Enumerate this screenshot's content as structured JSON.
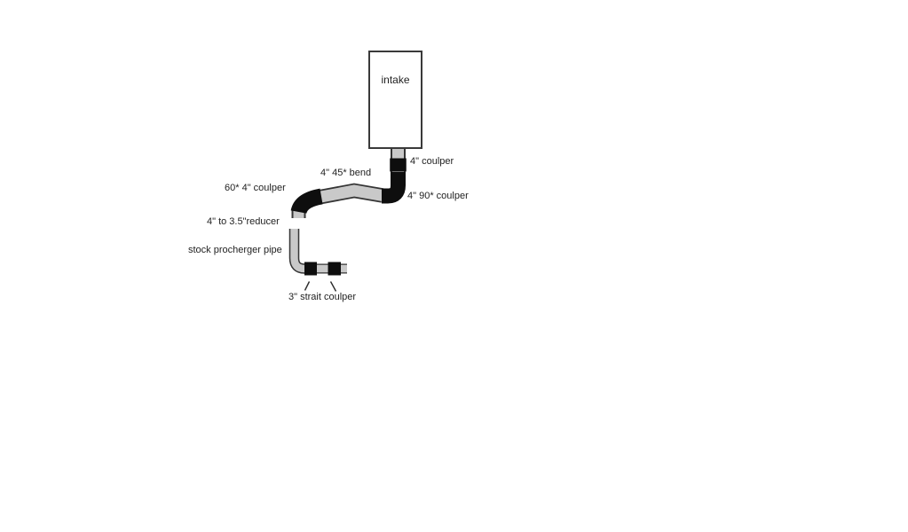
{
  "diagram": {
    "intake_label": "intake",
    "labels": {
      "coupler_4in": "4\" coulper",
      "bend_45": "4\" 45* bend",
      "coupler_60": "60* 4\" coulper",
      "coupler_90": "4\" 90* coulper",
      "reducer": "4\" to 3.5\"reducer",
      "stock_pipe": "stock procherger pipe",
      "strait_coupler": "3\" strait coulper"
    },
    "colors": {
      "background": "#ffffff",
      "pipe_gray": "#c9c9c9",
      "pipe_outline": "#353535",
      "coupler_black": "#0e0e0e",
      "procharger_gray": "#9a9a9a",
      "leader_line": "#2b2b2b",
      "text": "#1f1f1f",
      "box_border": "#3a3a3a"
    }
  }
}
